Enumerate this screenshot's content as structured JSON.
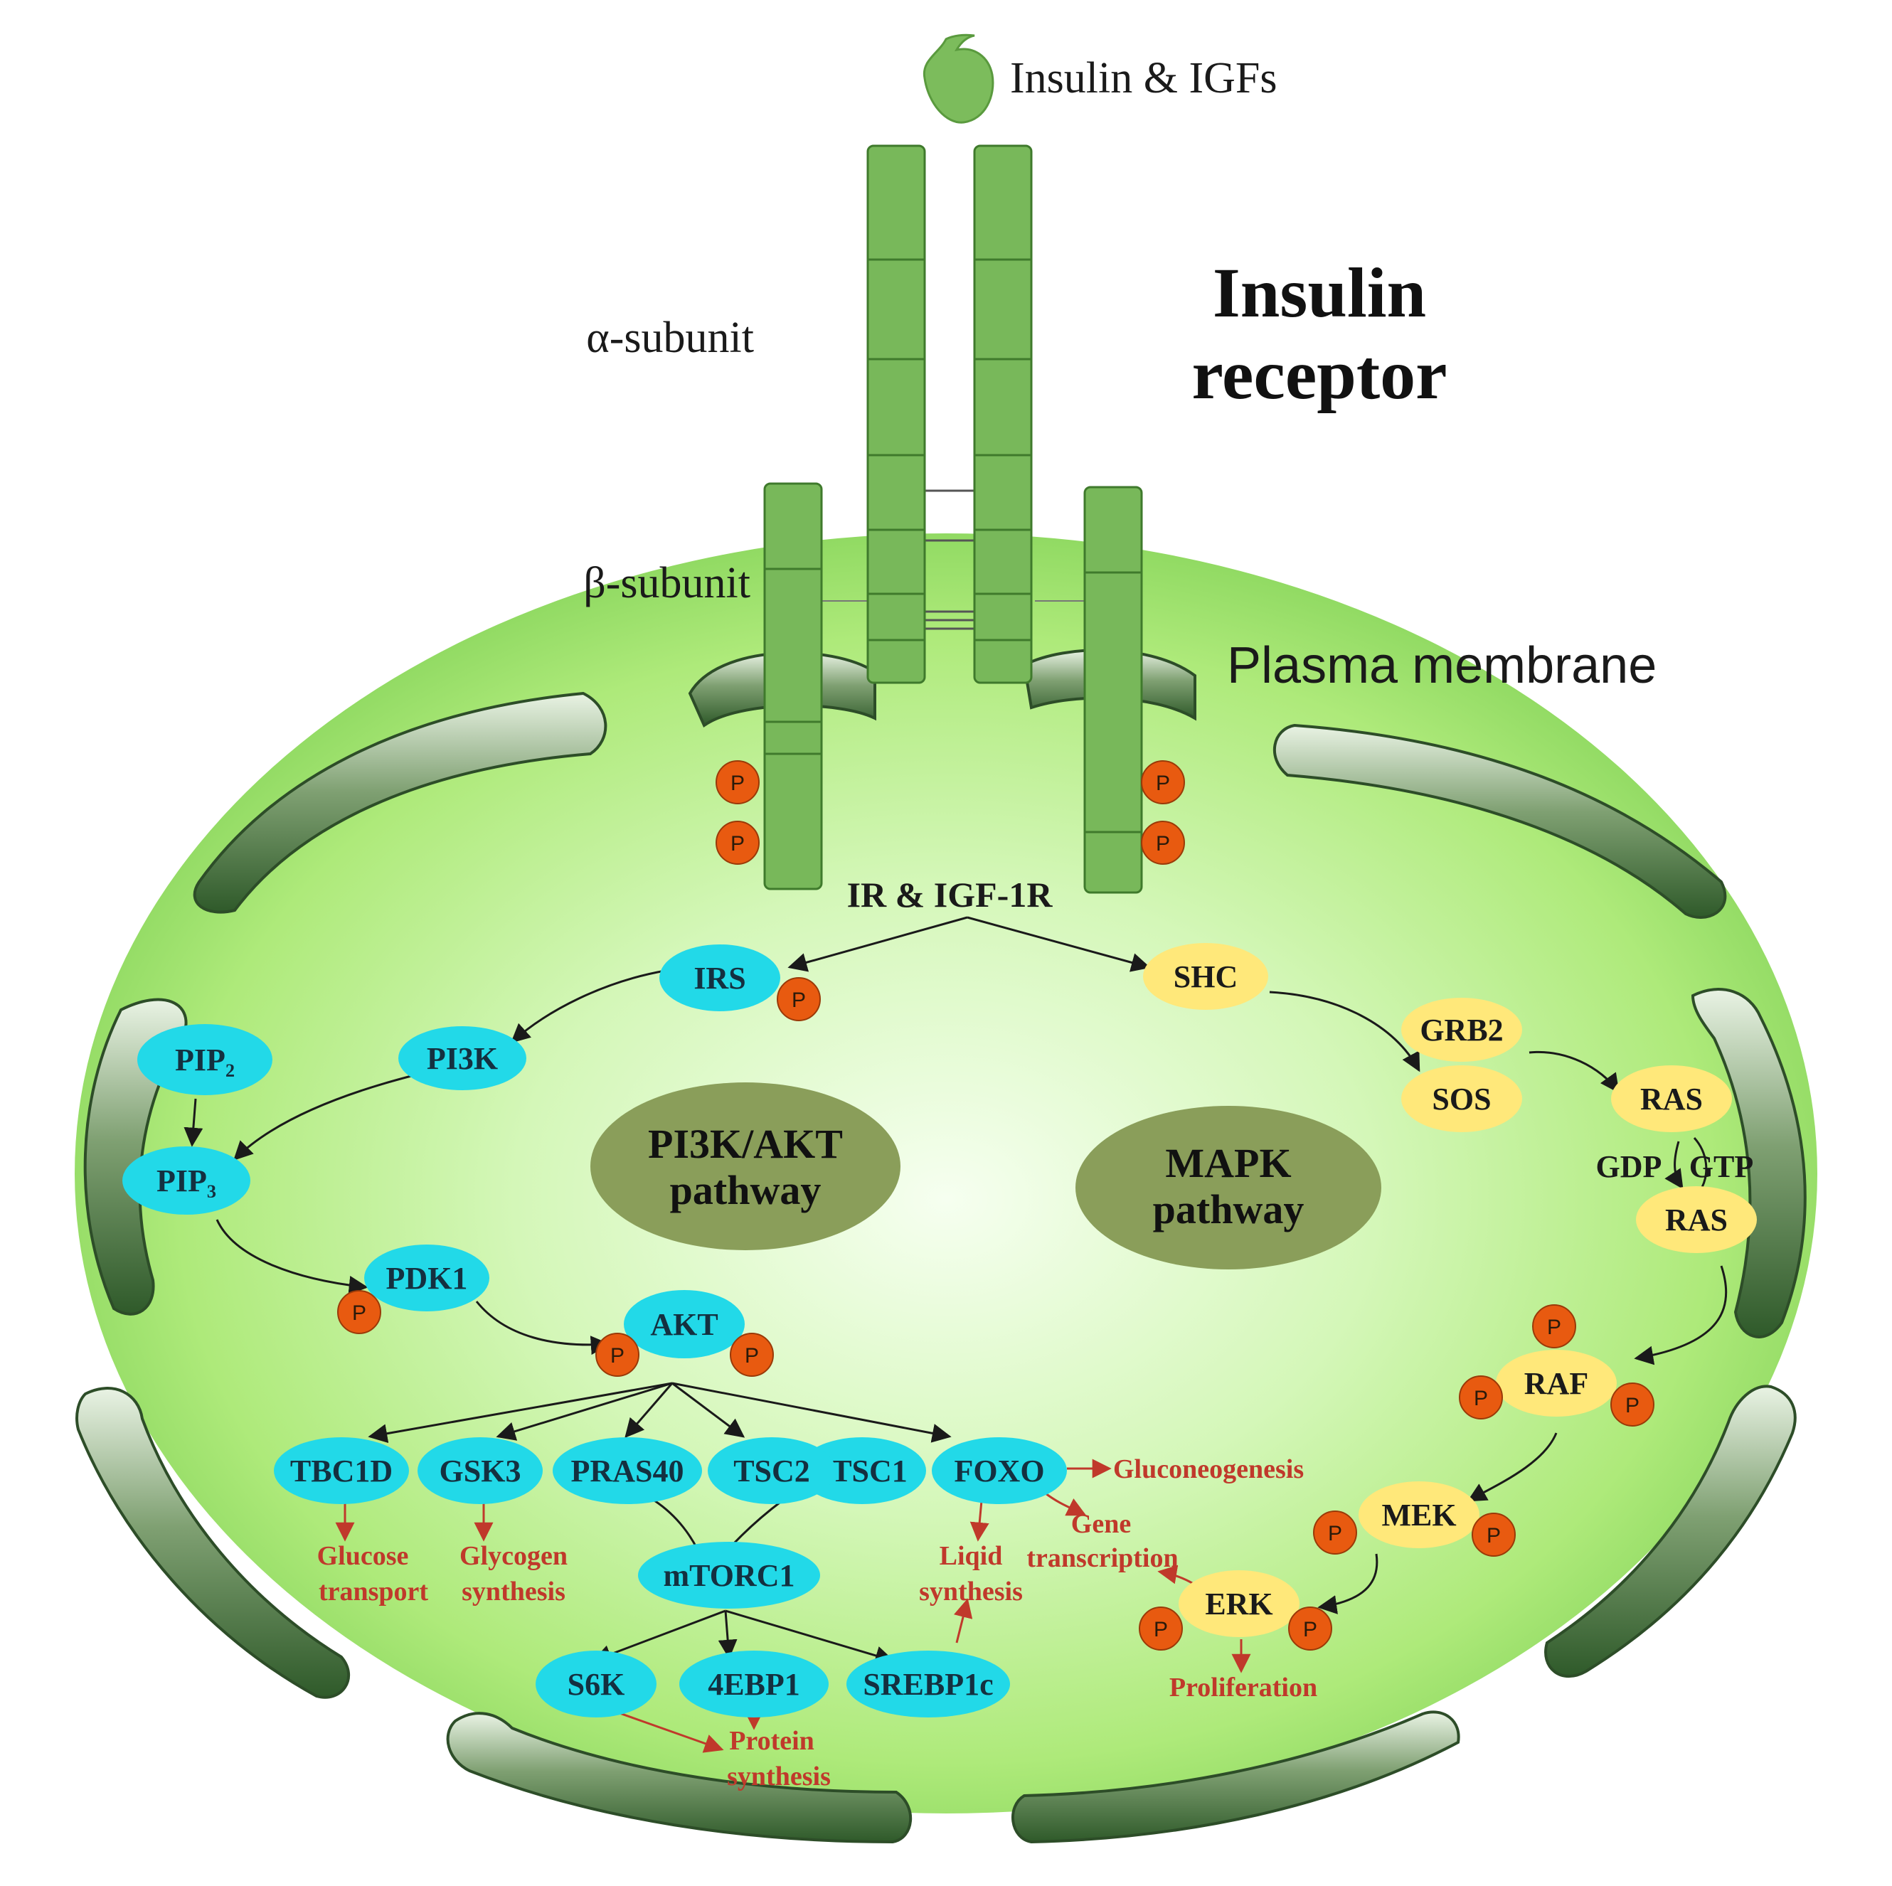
{
  "title": {
    "line1": "Insulin",
    "line2": "receptor"
  },
  "labels": {
    "ligand": "Insulin & IGFs",
    "alpha_subunit": "α-subunit",
    "beta_subunit": "β-subunit",
    "plasma_membrane": "Plasma membrane",
    "receptor": "IR & IGF-1R",
    "phospho": "P"
  },
  "pathways": {
    "pi3k": {
      "line1": "PI3K/AKT",
      "line2": "pathway"
    },
    "mapk": {
      "line1": "MAPK",
      "line2": "pathway"
    }
  },
  "nodes": {
    "irs": "IRS",
    "pi3k": "PI3K",
    "pip2": "PIP₂",
    "pip3": "PIP₃",
    "pdk1": "PDK1",
    "akt": "AKT",
    "tbc1d": "TBC1D",
    "gsk3": "GSK3",
    "pras40": "PRAS40",
    "tsc2": "TSC2",
    "tsc1": "TSC1",
    "foxo": "FOXO",
    "mtorc1": "mTORC1",
    "s6k": "S6K",
    "4ebp1": "4EBP1",
    "srebp1c": "SREBP1c",
    "shc": "SHC",
    "grb2": "GRB2",
    "sos": "SOS",
    "ras_gdp": "RAS",
    "ras_gtp": "RAS",
    "gdp": "GDP",
    "gtp": "GTP",
    "raf": "RAF",
    "mek": "MEK",
    "erk": "ERK"
  },
  "effects": {
    "glucose": {
      "line1": "Glucose",
      "line2": "transport"
    },
    "glycogen": {
      "line1": "Glycogen",
      "line2": "synthesis"
    },
    "lipid": {
      "line1": "Liqid",
      "line2": "synthesis"
    },
    "gene": {
      "line1": "Gene",
      "line2": "transcription"
    },
    "gluconeogenesis": "Gluconeogenesis",
    "protein": {
      "line1": "Protein",
      "line2": "synthesis"
    },
    "proliferation": "Proliferation"
  },
  "colors": {
    "cyan_node": "#22d9e8",
    "yellow_node": "#ffe87a",
    "phospho": "#e85a10",
    "effect_text": "#c0392b",
    "receptor_green": "#78b85a",
    "pathway_oval": "#8a9e5a",
    "cell_fill": "#aeea7a"
  }
}
